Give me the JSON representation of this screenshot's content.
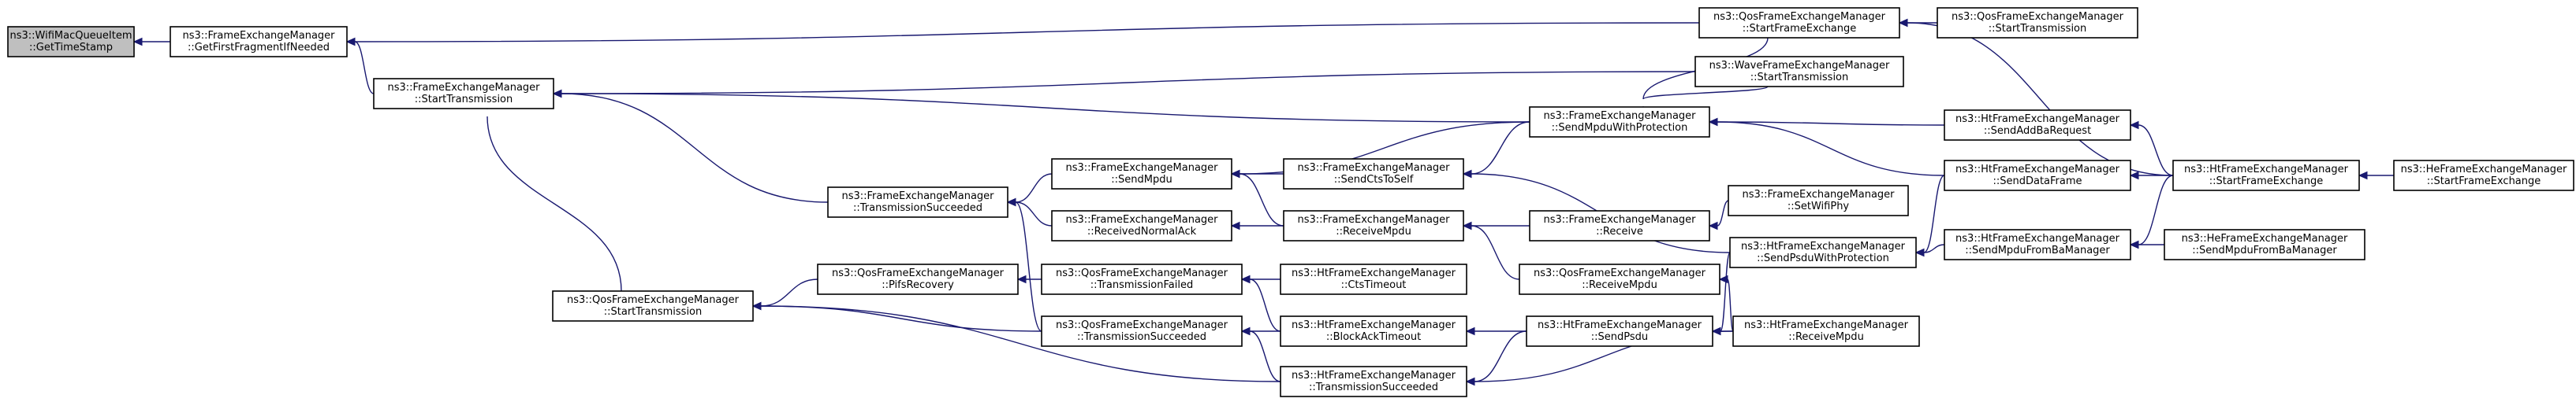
{
  "colors": {
    "edge": "#191970",
    "node_border": "#000000",
    "node_fill": "#ffffff",
    "root_fill": "#bfbfbf",
    "text": "#000000"
  },
  "nodes": {
    "n0": [
      "ns3::WifiMacQueueItem",
      "::GetTimeStamp"
    ],
    "n1": [
      "ns3::FrameExchangeManager",
      "::GetFirstFragmentIfNeeded"
    ],
    "n2": [
      "ns3::FrameExchangeManager",
      "::StartTransmission"
    ],
    "n3": [
      "ns3::QosFrameExchangeManager",
      "::StartTransmission"
    ],
    "n4": [
      "ns3::FrameExchangeManager",
      "::TransmissionSucceeded"
    ],
    "n5": [
      "ns3::FrameExchangeManager",
      "::SendMpdu"
    ],
    "n6": [
      "ns3::FrameExchangeManager",
      "::ReceivedNormalAck"
    ],
    "n7": [
      "ns3::QosFrameExchangeManager",
      "::PifsRecovery"
    ],
    "n8": [
      "ns3::QosFrameExchangeManager",
      "::TransmissionSucceeded"
    ],
    "n9": [
      "ns3::FrameExchangeManager",
      "::SendCtsToSelf"
    ],
    "n10": [
      "ns3::FrameExchangeManager",
      "::ReceiveMpdu"
    ],
    "n11": [
      "ns3::QosFrameExchangeManager",
      "::TransmissionFailed"
    ],
    "n12": [
      "ns3::HtFrameExchangeManager",
      "::BlockAckTimeout"
    ],
    "n13": [
      "ns3::HtFrameExchangeManager",
      "::TransmissionSucceeded"
    ],
    "n14": [
      "ns3::HtFrameExchangeManager",
      "::CtsTimeout"
    ],
    "n15": [
      "ns3::FrameExchangeManager",
      "::SendMpduWithProtection"
    ],
    "n16": [
      "ns3::FrameExchangeManager",
      "::Receive"
    ],
    "n17": [
      "ns3::QosFrameExchangeManager",
      "::ReceiveMpdu"
    ],
    "n18": [
      "ns3::HtFrameExchangeManager",
      "::SendPsdu"
    ],
    "n19": [
      "ns3::QosFrameExchangeManager",
      "::StartFrameExchange"
    ],
    "n20": [
      "ns3::WaveFrameExchangeManager",
      "::StartTransmission"
    ],
    "n21": [
      "ns3::FrameExchangeManager",
      "::SetWifiPhy"
    ],
    "n22": [
      "ns3::HtFrameExchangeManager",
      "::SendPsduWithProtection"
    ],
    "n23": [
      "ns3::HtFrameExchangeManager",
      "::ReceiveMpdu"
    ],
    "n24": [
      "ns3::QosFrameExchangeManager",
      "::StartTransmission"
    ],
    "n25": [
      "ns3::HtFrameExchangeManager",
      "::SendAddBaRequest"
    ],
    "n26": [
      "ns3::HtFrameExchangeManager",
      "::SendDataFrame"
    ],
    "n27": [
      "ns3::HtFrameExchangeManager",
      "::SendMpduFromBaManager"
    ],
    "n28": [
      "ns3::HtFrameExchangeManager",
      "::StartFrameExchange"
    ],
    "n29": [
      "ns3::HeFrameExchangeManager",
      "::StartFrameExchange"
    ],
    "n30": [
      "ns3::HeFrameExchangeManager",
      "::SendMpduFromBaManager"
    ]
  }
}
